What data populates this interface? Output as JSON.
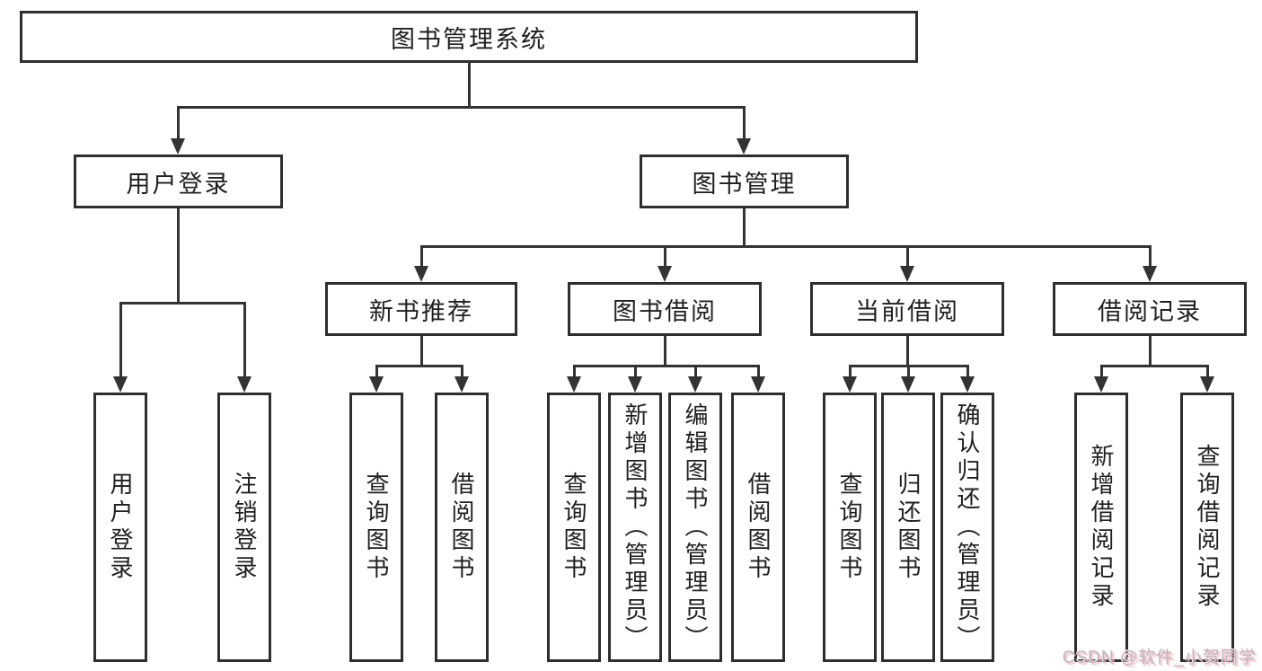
{
  "diagram": {
    "root": {
      "label": "图书管理系统"
    },
    "level1": [
      {
        "label": "用户登录"
      },
      {
        "label": "图书管理"
      }
    ],
    "level2": [
      {
        "label": "新书推荐"
      },
      {
        "label": "图书借阅"
      },
      {
        "label": "当前借阅"
      },
      {
        "label": "借阅记录"
      }
    ],
    "leaves": [
      {
        "label": "用户登录"
      },
      {
        "label": "注销登录"
      },
      {
        "label": "查询图书"
      },
      {
        "label": "借阅图书"
      },
      {
        "label": "查询图书"
      },
      {
        "label": "新增图书（管理员）"
      },
      {
        "label": "编辑图书（管理员）"
      },
      {
        "label": "借阅图书"
      },
      {
        "label": "查询图书"
      },
      {
        "label": "归还图书"
      },
      {
        "label": "确认归还（管理员）"
      },
      {
        "label": "新增借阅记录"
      },
      {
        "label": "查询借阅记录"
      }
    ]
  },
  "watermark": {
    "text": "CSDN @软件_小贺同学"
  },
  "colors": {
    "line": "#333333",
    "border": "#2e2e2e",
    "text": "#1f1f1f",
    "background": "#ffffff",
    "watermark_text": "#b9b9b9",
    "watermark_glow": "#f6bcc8"
  }
}
